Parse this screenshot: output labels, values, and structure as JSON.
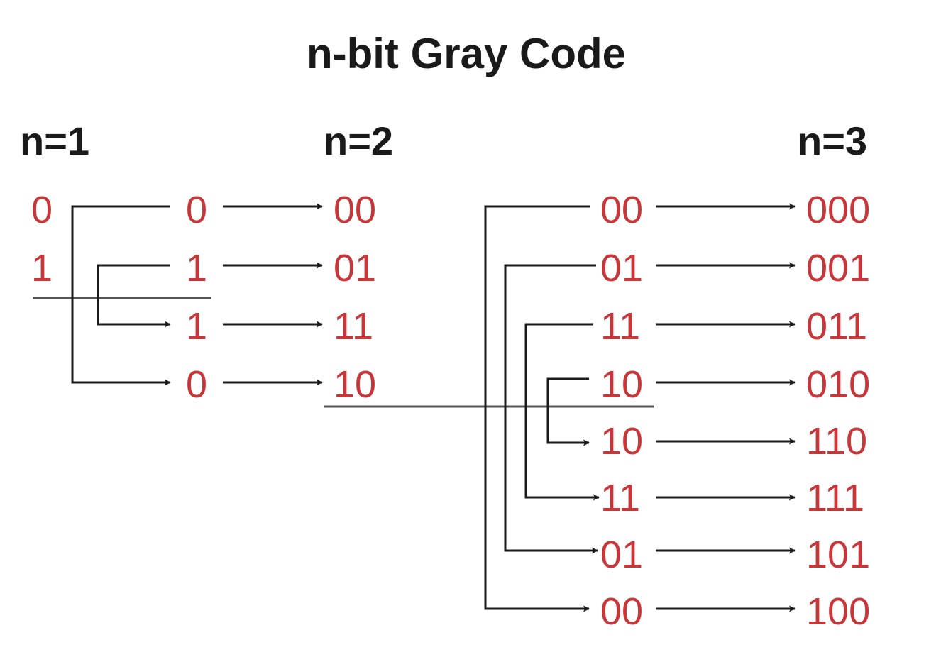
{
  "title": "n-bit Gray Code",
  "colors": {
    "code": "#c8363a",
    "text": "#1a1a1a",
    "line": "#1a1a1a"
  },
  "headers": {
    "n1": "n=1",
    "n2": "n=2",
    "n3": "n=3"
  },
  "n1": {
    "codes": [
      "0",
      "1"
    ]
  },
  "n1_reflected": {
    "codes": [
      "0",
      "1",
      "1",
      "0"
    ]
  },
  "n2": {
    "codes": [
      "00",
      "01",
      "11",
      "10"
    ]
  },
  "n2_reflected": {
    "codes": [
      "00",
      "01",
      "11",
      "10",
      "10",
      "11",
      "01",
      "00"
    ]
  },
  "n3": {
    "codes": [
      "000",
      "001",
      "011",
      "010",
      "110",
      "111",
      "101",
      "100"
    ]
  }
}
